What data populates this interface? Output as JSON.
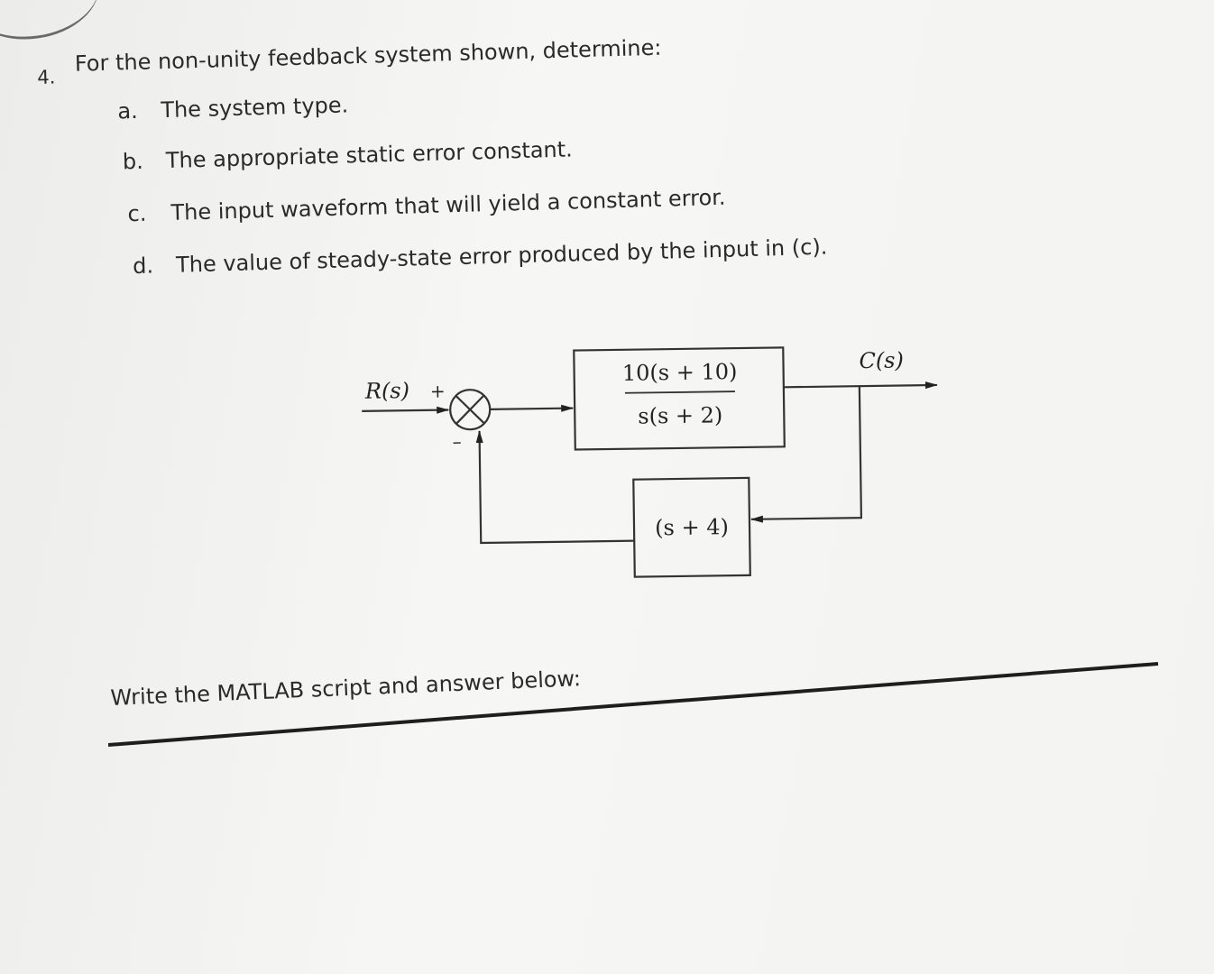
{
  "question": {
    "number": "4.",
    "prompt": "For the non-unity feedback system shown, determine:",
    "items": [
      {
        "label": "a.",
        "text": "The system type."
      },
      {
        "label": "b.",
        "text": "The appropriate static error constant."
      },
      {
        "label": "c.",
        "text": "The input waveform that will yield a constant error."
      },
      {
        "label": "d.",
        "text": "The value of steady-state error produced by the input in (c)."
      }
    ]
  },
  "diagram": {
    "input_label": "R(s)",
    "plus_sign": "+",
    "minus_sign": "–",
    "forward_numerator": "10(s + 10)",
    "forward_denominator": "s(s + 2)",
    "feedback_block": "(s + 4)",
    "output_label": "C(s)"
  },
  "answer": {
    "prompt": "Write the MATLAB script and answer below:"
  }
}
